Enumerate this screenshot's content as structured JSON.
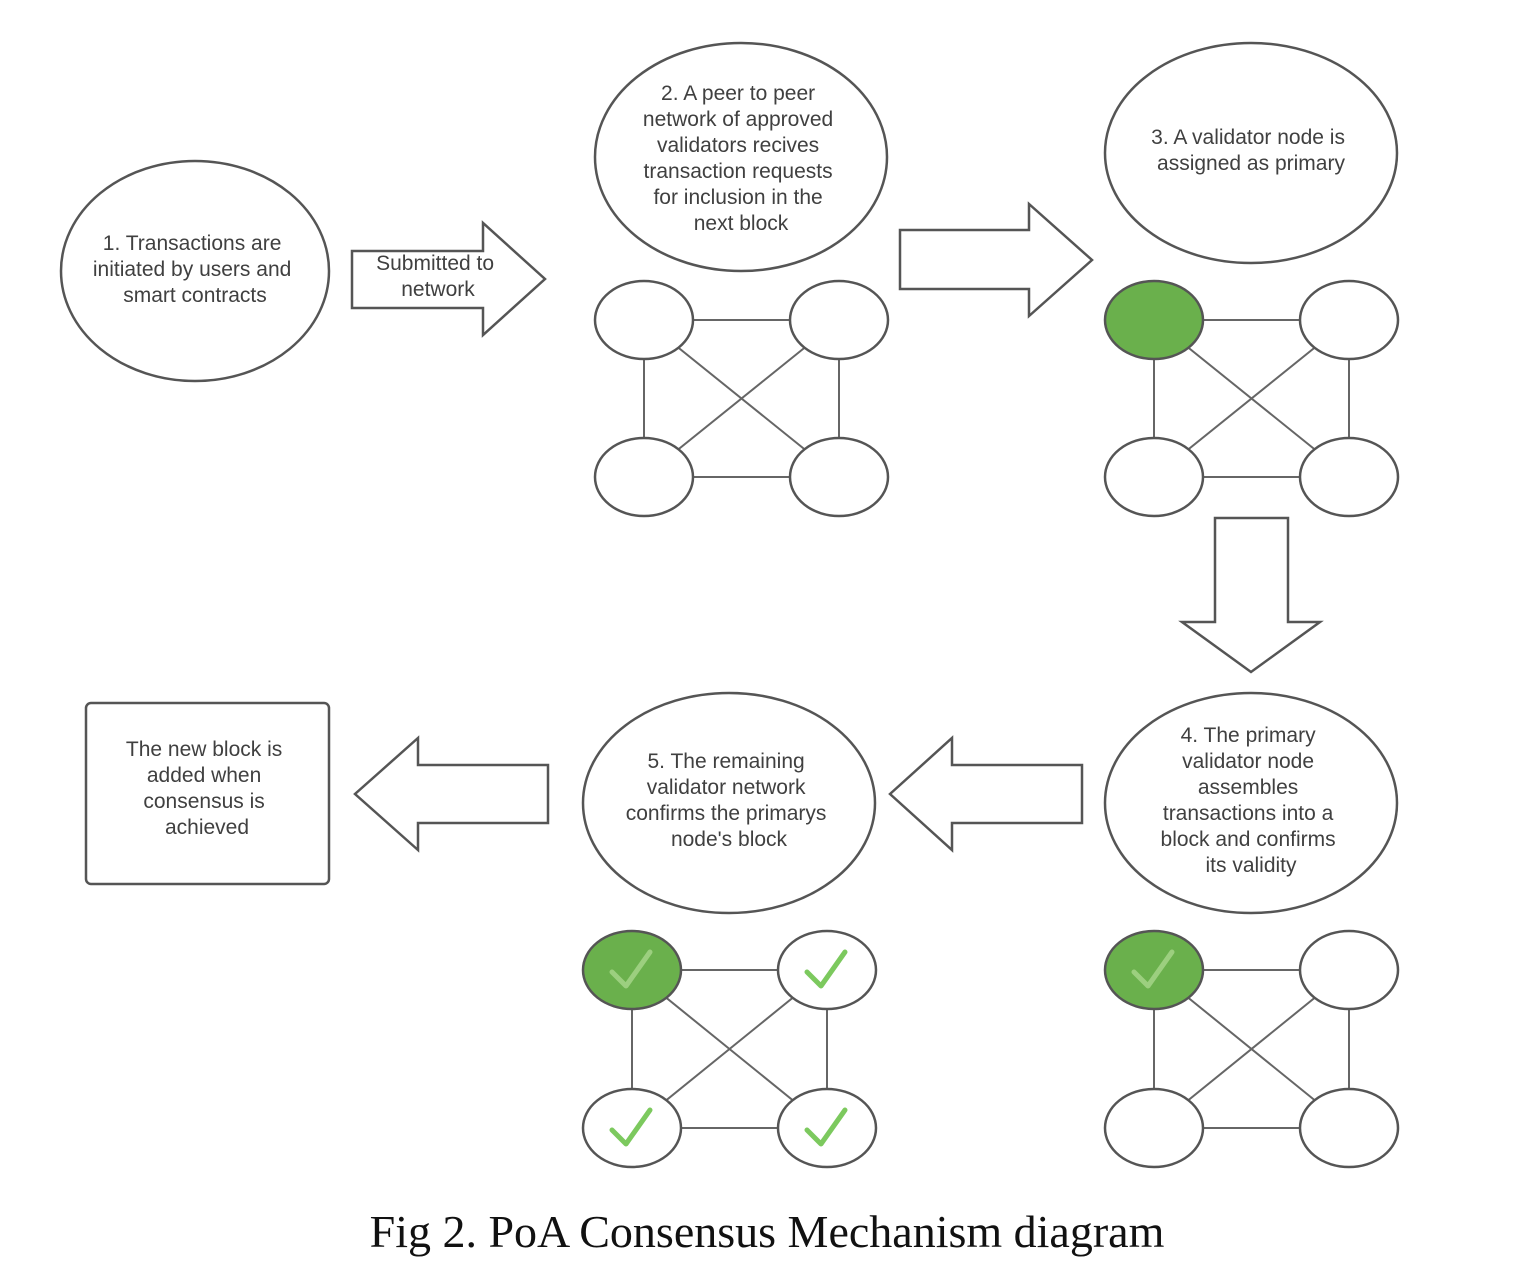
{
  "steps": {
    "s1": [
      "1. Transactions are",
      "initiated by users and",
      "smart contracts"
    ],
    "s2": [
      "2. A peer to peer",
      "network of approved",
      "validators recives",
      "transaction requests",
      "for inclusion in the",
      "next block"
    ],
    "s3": [
      "3. A validator node is",
      "assigned as primary"
    ],
    "s4": [
      "4. The primary",
      "validator node",
      "assembles",
      "transactions into a",
      "block and confirms",
      "its validity"
    ],
    "s5": [
      "5. The remaining",
      "validator network",
      "confirms the primarys",
      "node's block"
    ],
    "final": [
      "The new block is",
      "added when",
      "consensus is",
      "achieved"
    ]
  },
  "arrow_label": [
    "Submitted to",
    "network"
  ],
  "caption": "Fig 2. PoA Consensus Mechanism diagram",
  "colors": {
    "primary_fill": "#6ab04c",
    "check_on_primary": "#9ccf7f",
    "check_on_white": "#7cc95e",
    "outline": "#555555"
  },
  "networks": [
    {
      "id": "net-step2",
      "nodes": [
        "empty",
        "empty",
        "empty",
        "empty"
      ]
    },
    {
      "id": "net-step3",
      "nodes": [
        "primary",
        "empty",
        "empty",
        "empty"
      ]
    },
    {
      "id": "net-step4",
      "nodes": [
        "primary-check",
        "empty",
        "empty",
        "empty"
      ]
    },
    {
      "id": "net-step5",
      "nodes": [
        "primary-check",
        "check",
        "check",
        "check"
      ]
    }
  ]
}
